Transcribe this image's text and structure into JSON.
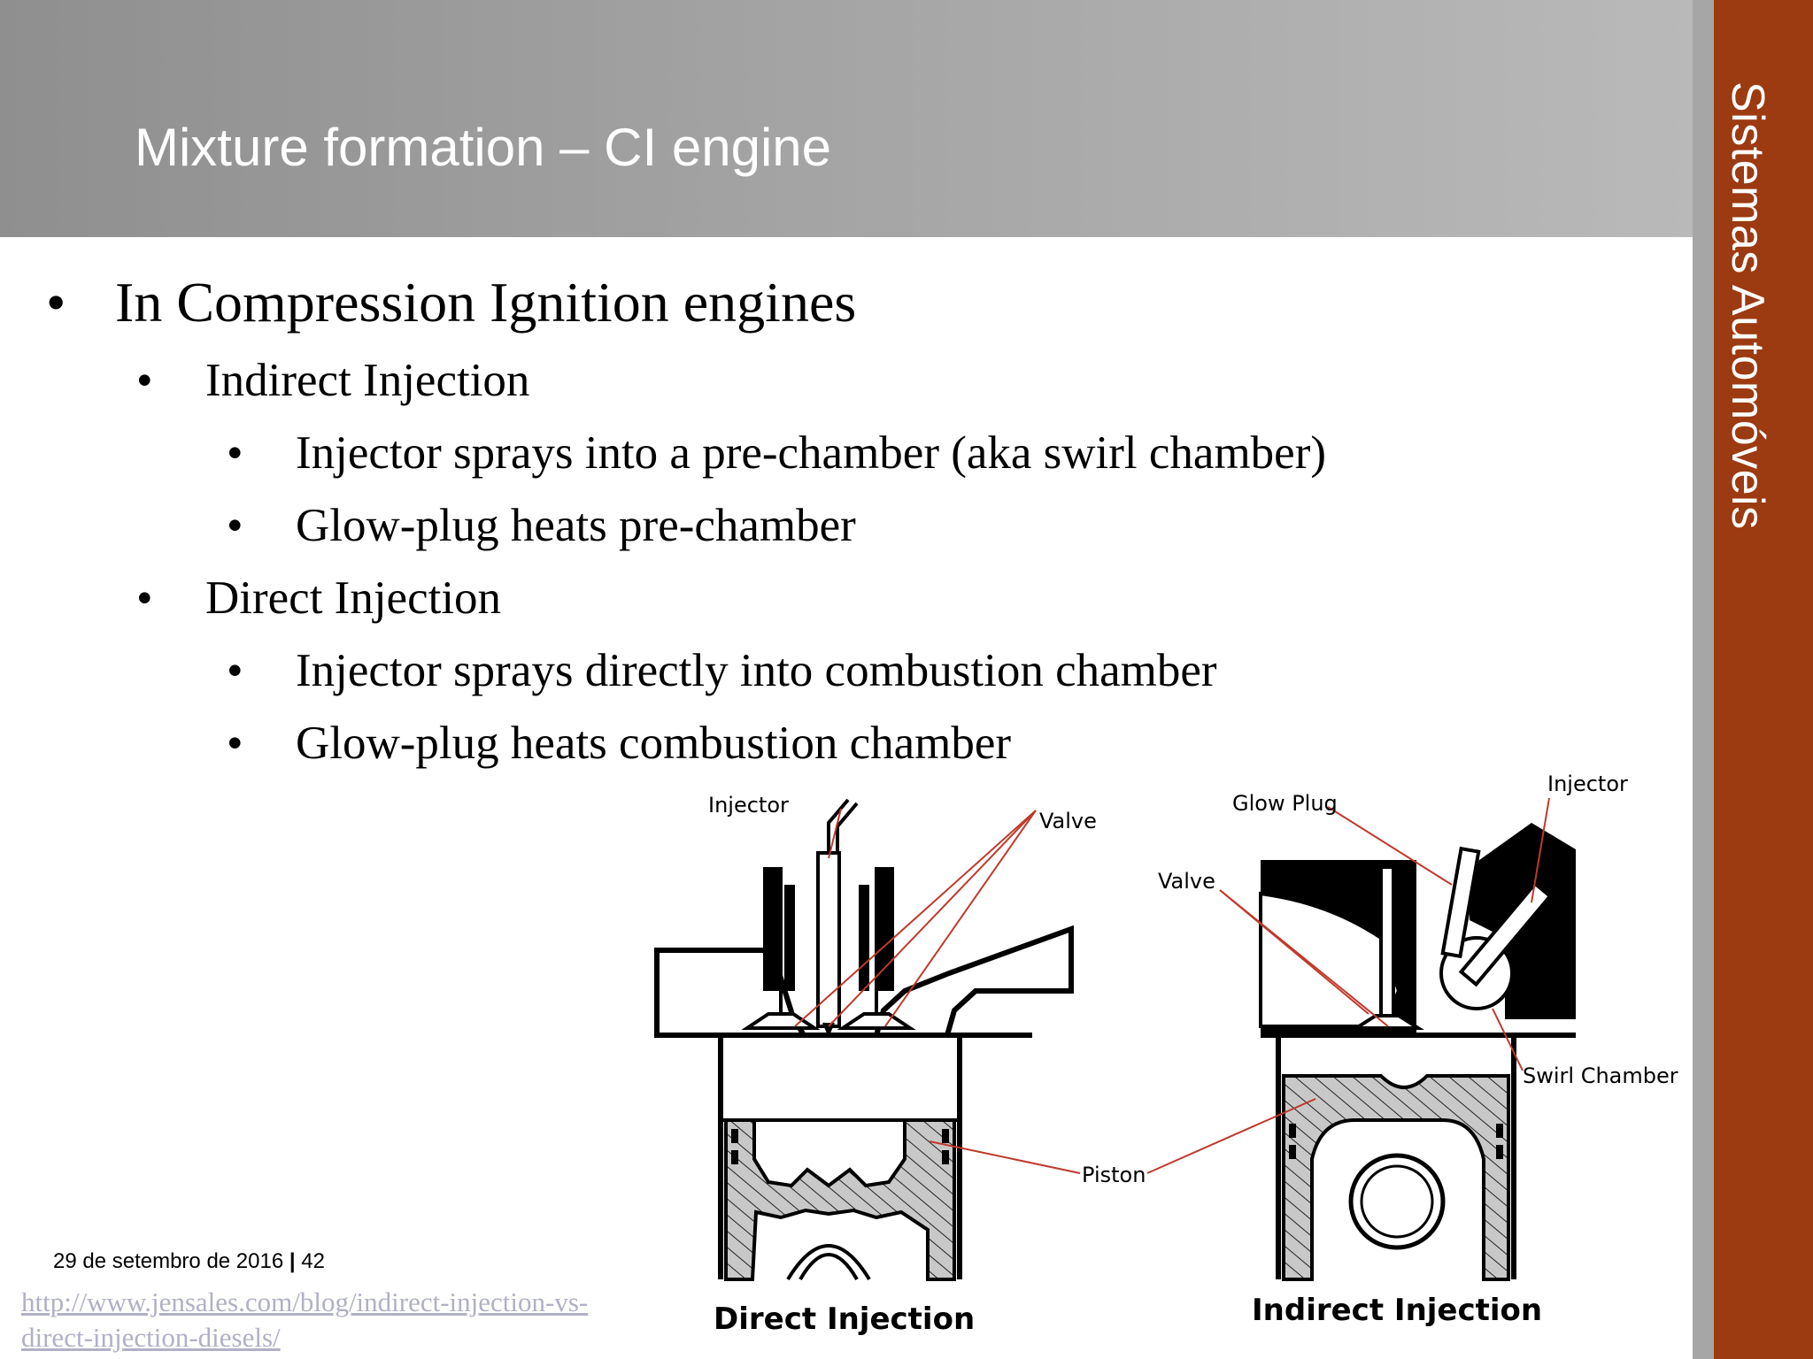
{
  "header": {
    "title": "Mixture formation – CI engine"
  },
  "side_title": "Sistemas Automóveis",
  "bullets": [
    {
      "level": 1,
      "text": "In Compression Ignition engines"
    },
    {
      "level": 2,
      "text": "Indirect Injection"
    },
    {
      "level": 3,
      "text": "Injector sprays into a pre-chamber (aka swirl chamber)"
    },
    {
      "level": 3,
      "text": "Glow-plug heats pre-chamber"
    },
    {
      "level": 2,
      "text": "Direct Injection"
    },
    {
      "level": 3,
      "text": "Injector sprays directly into combustion chamber"
    },
    {
      "level": 3,
      "text": "Glow-plug heats combustion chamber"
    }
  ],
  "bullet_symbol": "•",
  "footer": {
    "date": "29 de setembro de 2016",
    "separator": "|",
    "page": "42"
  },
  "source_link": "http://www.jensales.com/blog/indirect-injection-vs-direct-injection-diesels/",
  "diagram": {
    "labels": {
      "injector_left": "Injector",
      "valve_left": "Valve",
      "glow_plug": "Glow Plug",
      "injector_right": "Injector",
      "valve_right": "Valve",
      "swirl_chamber": "Swirl Chamber",
      "piston": "Piston"
    },
    "captions": {
      "direct": "Direct Injection",
      "indirect": "Indirect Injection"
    }
  },
  "colors": {
    "accent": "#9c3a12",
    "header_gray": "#a3a3a3",
    "link": "#b0b0c6",
    "leader": "#c0392b"
  }
}
